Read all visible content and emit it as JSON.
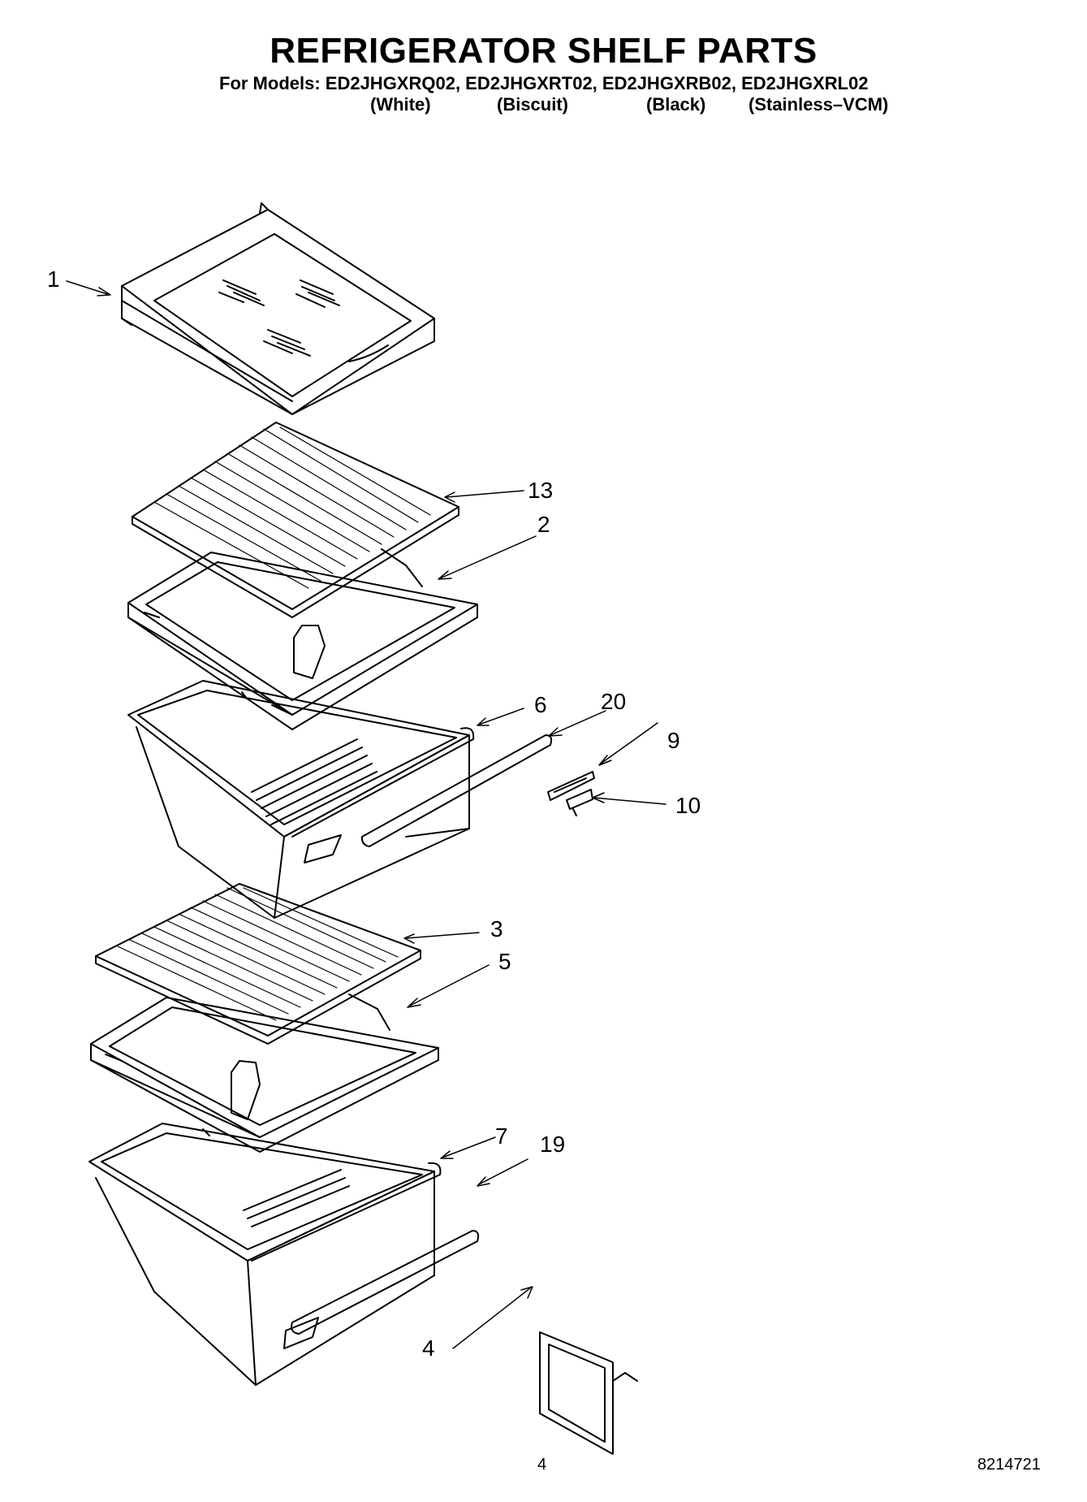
{
  "header": {
    "title": "REFRIGERATOR SHELF PARTS",
    "models_line": "For Models: ED2JHGXRQ02, ED2JHGXRT02, ED2JHGXRB02, ED2JHGXRL02",
    "colors": [
      "(White)",
      "(Biscuit)",
      "(Black)",
      "(Stainless–VCM)"
    ]
  },
  "callouts": {
    "c1": "1",
    "c13": "13",
    "c2": "2",
    "c6": "6",
    "c20": "20",
    "c9": "9",
    "c10": "10",
    "c3": "3",
    "c5": "5",
    "c7": "7",
    "c19": "19",
    "c4": "4"
  },
  "footer": {
    "page_number": "4",
    "doc_number": "8214721"
  }
}
